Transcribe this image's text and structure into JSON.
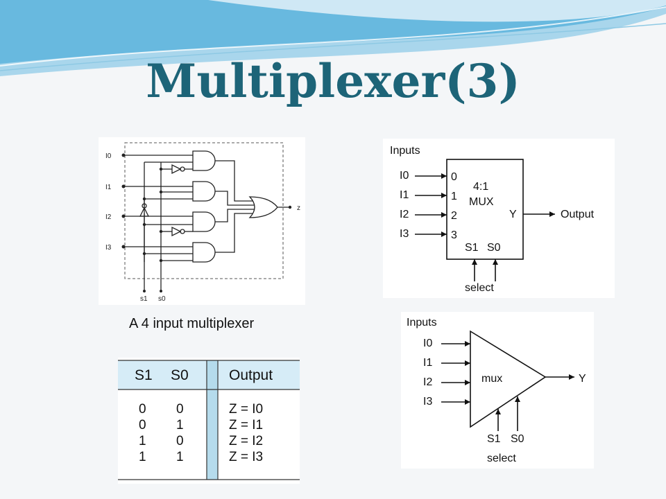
{
  "slide": {
    "title": "Multiplexer(3)",
    "caption": "A 4 input multiplexer"
  },
  "circuit": {
    "inputs": [
      "I0",
      "I1",
      "I2",
      "I3"
    ],
    "selects": [
      "s1",
      "s0"
    ],
    "output": "z"
  },
  "block_diagram": {
    "inputs_label": "Inputs",
    "inputs": [
      "I0",
      "I1",
      "I2",
      "I3"
    ],
    "ports": [
      "0",
      "1",
      "2",
      "3"
    ],
    "name_line1": "4:1",
    "name_line2": "MUX",
    "out_port": "Y",
    "output_label": "Output",
    "selects": [
      "S1",
      "S0"
    ],
    "select_label": "select"
  },
  "triangle_diagram": {
    "inputs_label": "Inputs",
    "inputs": [
      "I0",
      "I1",
      "I2",
      "I3"
    ],
    "name": "mux",
    "output": "Y",
    "selects": [
      "S1",
      "S0"
    ],
    "select_label": "select"
  },
  "truth_table": {
    "headers": [
      "S1",
      "S0",
      "Output"
    ],
    "rows": [
      {
        "s1": "0",
        "s0": "0",
        "out": "Z = I0"
      },
      {
        "s1": "0",
        "s0": "1",
        "out": "Z = I1"
      },
      {
        "s1": "1",
        "s0": "0",
        "out": "Z = I2"
      },
      {
        "s1": "1",
        "s0": "1",
        "out": "Z = I3"
      }
    ]
  },
  "colors": {
    "title": "#1d6478",
    "header_fill": "#d6ecf7",
    "divider_fill": "#b5dbec"
  }
}
